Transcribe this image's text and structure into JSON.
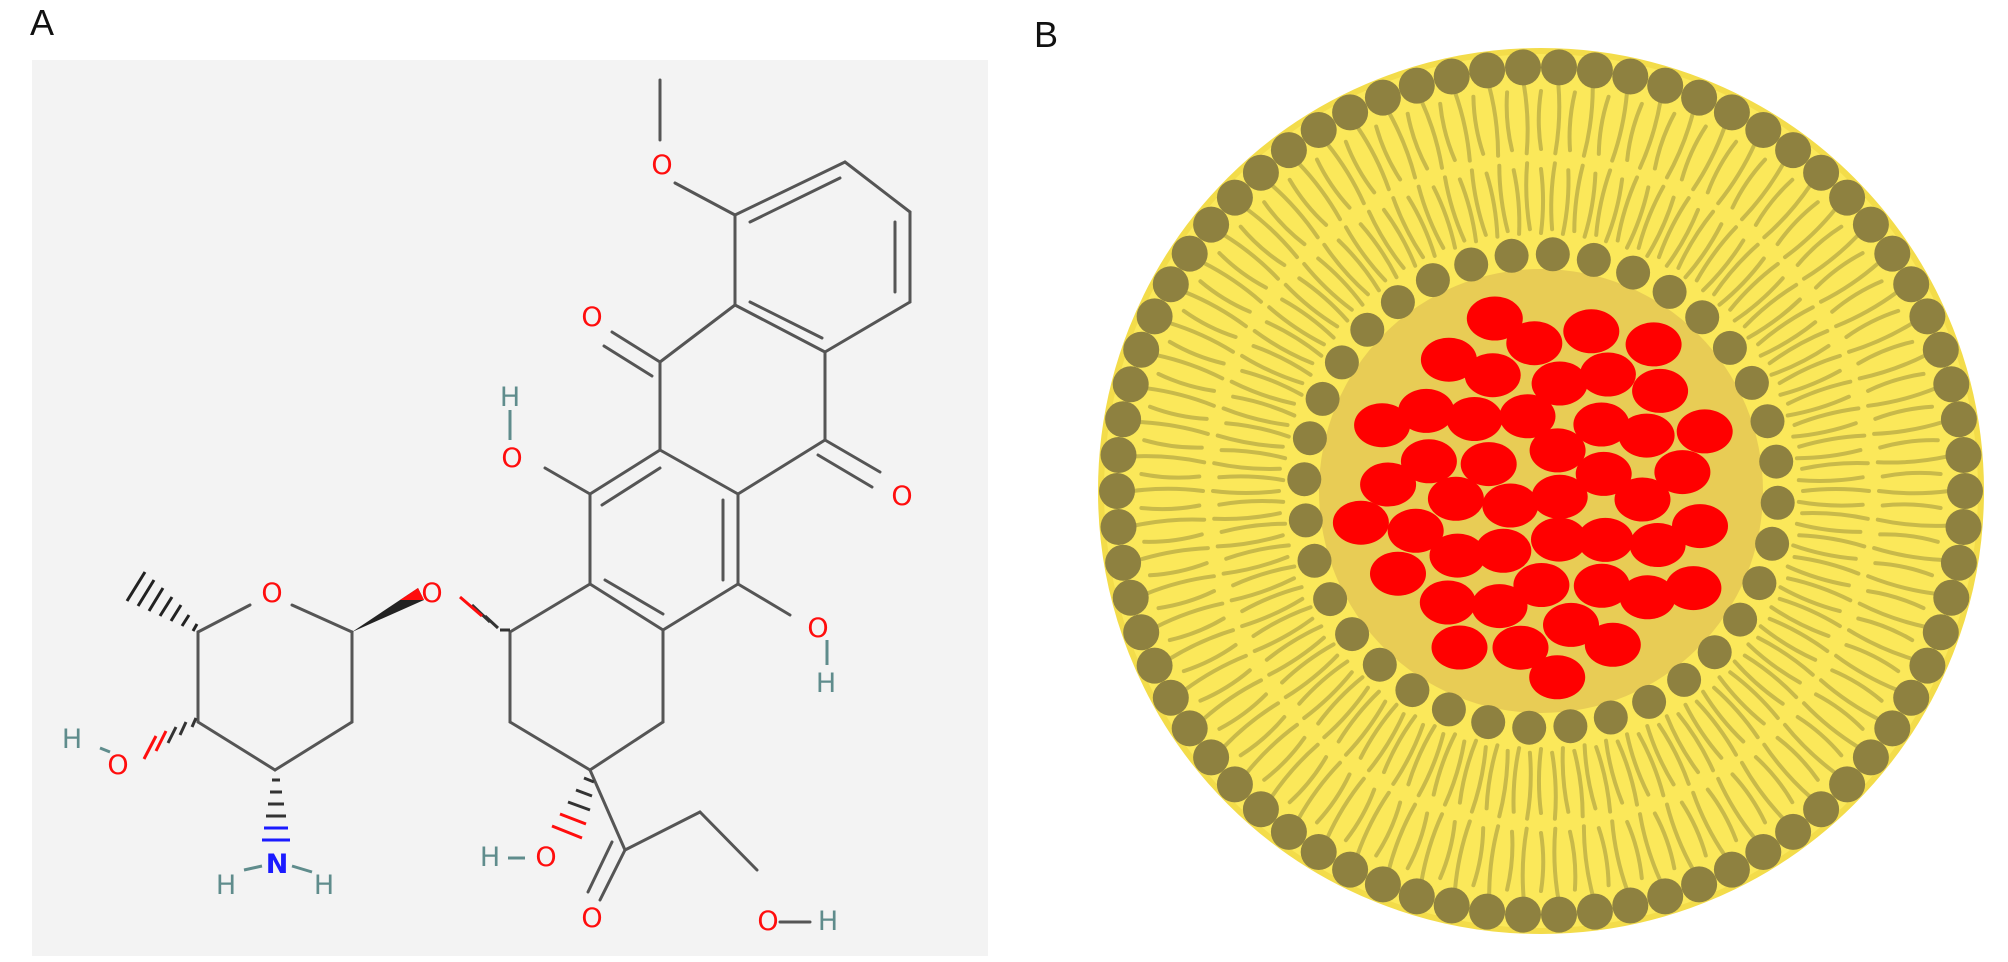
{
  "figure": {
    "panel_a": {
      "label": "A",
      "atoms": {
        "methoxy_o": "O",
        "quinone_o_top": "O",
        "quinone_o_right": "O",
        "phenol_o_left": "O",
        "phenol_h_left": "H",
        "phenol_o_right": "O",
        "phenol_h_right": "H",
        "ring_o": "O",
        "glycosidic_o": "O",
        "sugar_hydroxyl_h": "H",
        "sugar_hydroxyl_o": "O",
        "amine_n": "N",
        "amine_h_left": "H",
        "amine_h_right": "H",
        "tertiary_h": "H",
        "tertiary_o": "O",
        "ketone_o": "O",
        "terminal_o": "O",
        "terminal_h": "H"
      },
      "colors": {
        "oxygen": "#ff0d0d",
        "nitrogen": "#1a1aff",
        "hydrogen": "#5f8c8c",
        "bond": "#555555",
        "background": "#f3f3f3"
      }
    },
    "panel_b": {
      "label": "B",
      "colors": {
        "bilayer_fill": "#fbe85a",
        "head_group": "#8e8140",
        "tail": "#c8b94a",
        "inner_core": "#e8cc55",
        "drug": "#ff0000"
      },
      "outer_head_count": 74,
      "inner_head_count": 36,
      "drug_count": 46
    }
  }
}
